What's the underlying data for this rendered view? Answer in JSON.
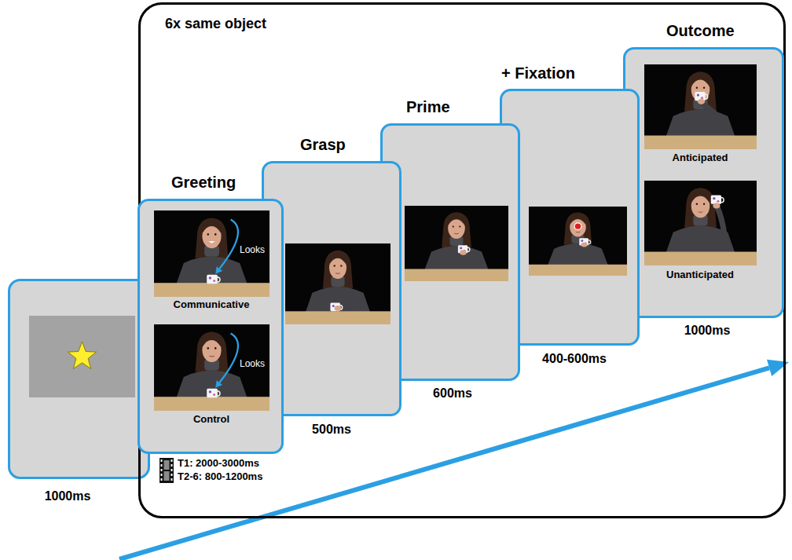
{
  "diagram": {
    "nodes": [
      {
        "text": [
          "6x same object"
        ]
      },
      {
        "text": [
          "Greeting",
          "Communicative",
          "Control"
        ],
        "in": 0
      },
      {
        "text": [
          "Grasp"
        ],
        "in": 0
      },
      {
        "text": [
          "Prime"
        ],
        "in": 0
      },
      {
        "text": [
          "+ Fixation"
        ],
        "in": 0
      },
      {
        "text": [
          "Outcome",
          "Anticipated",
          "Unanticipated"
        ],
        "in": 0
      }
    ],
    "labels": [
      "1000ms",
      "Looks",
      "Looks",
      "T1: 2000-3000ms",
      "T2-6: 800-1200ms",
      "500ms",
      "600ms",
      "400-600ms",
      "1000ms"
    ]
  }
}
